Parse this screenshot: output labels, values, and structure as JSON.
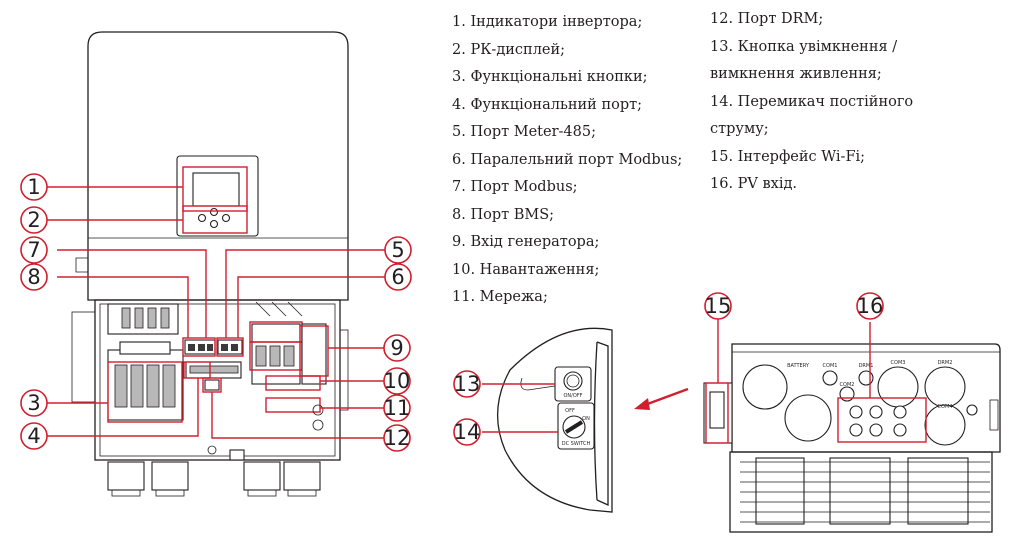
{
  "legend": {
    "left": [
      "1.  Індикатори інвертора;",
      "2.  РК-дисплей;",
      "3.  Функціональні кнопки;",
      "4.  Функціональний порт;",
      "5.  Порт Meter-485;",
      "6.  Паралельний порт Modbus;",
      "7.  Порт Modbus;",
      "8.  Порт BMS;",
      "9.  Вхід генератора;",
      "10. Навантаження;",
      "11. Мережа;"
    ],
    "right": [
      "12.  Порт DRM;",
      "13. Кнопка увімкнення /",
      "вимкнення живлення;",
      "14. Перемикач постійного",
      "струму;",
      "15. Інтерфейс Wi-Fi;",
      "16. PV вхід."
    ]
  },
  "callouts": [
    "1",
    "2",
    "3",
    "4",
    "5",
    "6",
    "7",
    "8",
    "9",
    "10",
    "11",
    "12",
    "13",
    "14",
    "15",
    "16"
  ],
  "device_labels": {
    "on_off": "ON/OFF",
    "dc_switch": "DC SWITCH",
    "dc_switch_off": "OFF",
    "dc_switch_on": "ON",
    "battery": "BATTERY",
    "com1": "COM1",
    "com2": "COM2",
    "com3": "COM3",
    "drm1": "DRM1",
    "drm2": "DRM2",
    "com4": "COM4"
  },
  "colors": {
    "callout": "#d0202f",
    "ink": "#231f20"
  }
}
